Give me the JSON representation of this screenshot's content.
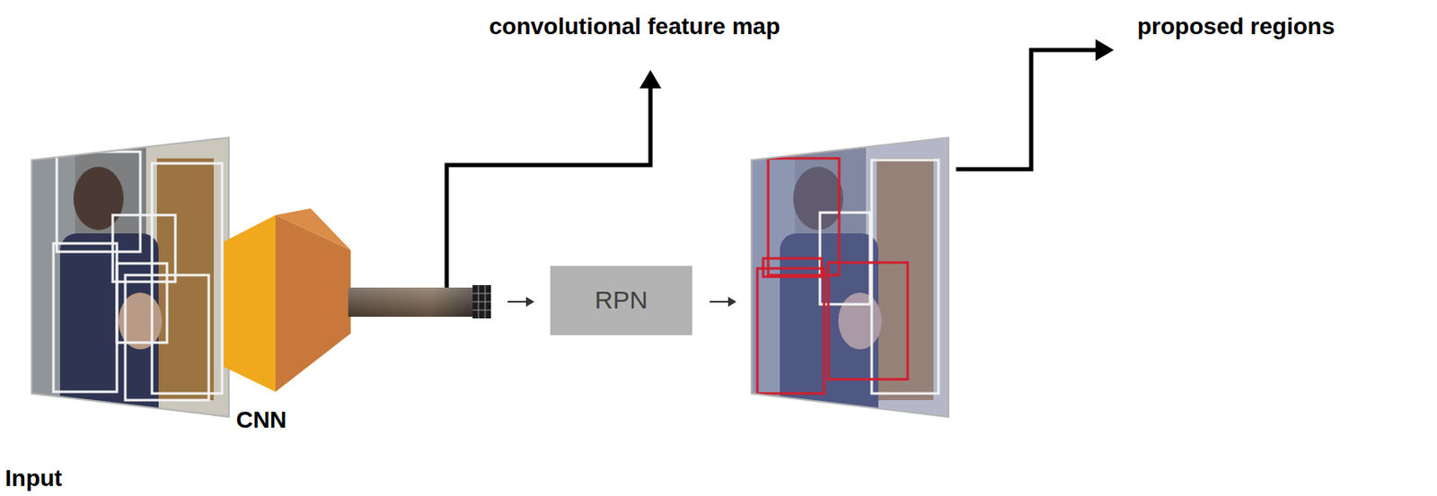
{
  "diagram": {
    "nodes": [
      {
        "text": [
          "RPN"
        ]
      }
    ],
    "labels": [
      "convolutional feature map",
      "proposed regions",
      "CNN",
      "Input"
    ]
  }
}
